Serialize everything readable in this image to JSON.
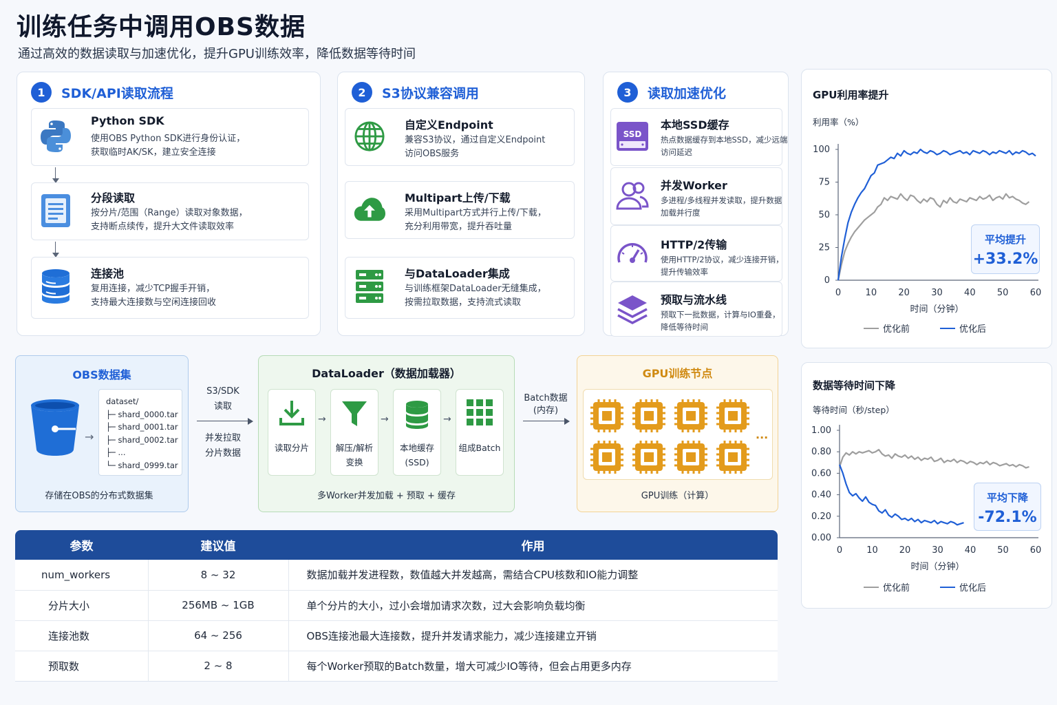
{
  "title": "训练任务中调用OBS数据",
  "subtitle": "通过高效的数据读取与加速优化，提升GPU训练效率，降低数据等待时间",
  "sections": [
    {
      "num": "1",
      "title": "SDK/API读取流程",
      "cards": [
        {
          "title": "Python SDK",
          "desc1": "使用OBS Python SDK进行身份认证，",
          "desc2": "获取临时AK/SK，建立安全连接",
          "icon": "python-icon"
        },
        {
          "title": "分段读取",
          "desc1": "按分片/范围（Range）读取对象数据，",
          "desc2": "支持断点续传，提升大文件读取效率",
          "icon": "document-icon"
        },
        {
          "title": "连接池",
          "desc1": "复用连接，减少TCP握手开销，",
          "desc2": "支持最大连接数与空闲连接回收",
          "icon": "database-icon"
        }
      ]
    },
    {
      "num": "2",
      "title": "S3协议兼容调用",
      "cards": [
        {
          "title": "自定义Endpoint",
          "desc1": "兼容S3协议，通过自定义Endpoint",
          "desc2": "访问OBS服务",
          "icon": "globe-icon"
        },
        {
          "title": "Multipart上传/下载",
          "desc1": "采用Multipart方式并行上传/下载，",
          "desc2": "充分利用带宽，提升吞吐量",
          "icon": "cloud-upload-icon"
        },
        {
          "title": "与DataLoader集成",
          "desc1": "与训练框架DataLoader无缝集成，",
          "desc2": "按需拉取数据，支持流式读取",
          "icon": "server-icon"
        }
      ]
    },
    {
      "num": "3",
      "title": "读取加速优化",
      "cards": [
        {
          "title": "本地SSD缓存",
          "desc1": "热点数据缓存到本地SSD，减少远端",
          "desc2": "访问延迟",
          "icon": "ssd-icon",
          "icon_text": "SSD"
        },
        {
          "title": "并发Worker",
          "desc1": "多进程/多线程并发读取，提升数据",
          "desc2": "加载并行度",
          "icon": "users-icon"
        },
        {
          "title": "HTTP/2传输",
          "desc1": "使用HTTP/2协议，减少连接开销，",
          "desc2": "提升传输效率",
          "icon": "gauge-icon"
        },
        {
          "title": "预取与流水线",
          "desc1": "预取下一批数据，计算与IO重叠，",
          "desc2": "降低等待时间",
          "icon": "layers-icon"
        }
      ]
    }
  ],
  "flow": {
    "obs": {
      "title": "OBS数据集",
      "caption": "存储在OBS的分布式数据集",
      "files": [
        "dataset/",
        "├─ shard_0000.tar",
        "├─ shard_0001.tar",
        "├─ shard_0002.tar",
        "├─ ...",
        "└─ shard_0999.tar"
      ]
    },
    "arrow1": {
      "line1": "S3/SDK",
      "line2": "读取",
      "line3": "并发拉取",
      "line4": "分片数据"
    },
    "dataloader": {
      "title": "DataLoader（数据加载器）",
      "caption": "多Worker并发加载 + 预取 + 缓存",
      "steps": [
        {
          "l1": "读取分片",
          "l2": "",
          "icon": "download-icon"
        },
        {
          "l1": "解压/解析",
          "l2": "变换",
          "icon": "filter-icon"
        },
        {
          "l1": "本地缓存",
          "l2": "(SSD)",
          "icon": "storage-icon"
        },
        {
          "l1": "组成Batch",
          "l2": "",
          "icon": "grid-icon"
        }
      ]
    },
    "arrow2": {
      "line1": "Batch数据",
      "line2": "(内存)"
    },
    "gpu": {
      "title": "GPU训练节点",
      "caption": "GPU训练（计算）",
      "more": "..."
    }
  },
  "table": {
    "headers": [
      "参数",
      "建议值",
      "作用"
    ],
    "rows": [
      [
        "num_workers",
        "8 ~ 32",
        "数据加载并发进程数，数值越大并发越高，需结合CPU核数和IO能力调整"
      ],
      [
        "分片大小",
        "256MB ~ 1GB",
        "单个分片的大小，过小会增加请求次数，过大会影响负载均衡"
      ],
      [
        "连接池数",
        "64 ~ 256",
        "OBS连接池最大连接数，提升并发请求能力，减少连接建立开销"
      ],
      [
        "预取数",
        "2 ~ 8",
        "每个Worker预取的Batch数量，增大可减少IO等待，但会占用更多内存"
      ]
    ]
  },
  "chart_data": [
    {
      "type": "line",
      "title": "GPU利用率提升",
      "ylabel": "利用率（%）",
      "xlabel": "时间（分钟）",
      "xlim": [
        0,
        60
      ],
      "ylim": [
        0,
        100
      ],
      "xticks": [
        "0",
        "10",
        "20",
        "30",
        "40",
        "50",
        "60"
      ],
      "yticks": [
        "0",
        "25",
        "50",
        "75",
        "100"
      ],
      "series": [
        {
          "name": "优化前",
          "color": "#9e9e9e",
          "x": [
            0,
            1,
            2,
            3,
            4,
            5,
            6,
            7,
            8,
            9,
            10,
            11,
            12,
            13,
            14,
            15,
            16,
            17,
            18,
            19,
            20,
            21,
            22,
            23,
            24,
            25,
            26,
            27,
            28,
            29,
            30,
            31,
            32,
            33,
            34,
            35,
            36,
            37,
            38,
            39,
            40,
            41,
            42,
            43,
            44,
            45,
            46,
            47,
            48,
            49,
            50,
            51,
            52,
            53,
            54,
            55,
            56,
            57,
            58
          ],
          "y": [
            0,
            12,
            22,
            28,
            33,
            37,
            40,
            43,
            46,
            48,
            50,
            52,
            56,
            58,
            63,
            61,
            64,
            63,
            62,
            66,
            63,
            61,
            65,
            64,
            61,
            59,
            62,
            60,
            63,
            62,
            58,
            56,
            61,
            59,
            63,
            60,
            59,
            62,
            61,
            60,
            63,
            62,
            61,
            64,
            62,
            63,
            65,
            61,
            63,
            64,
            62,
            66,
            63,
            64,
            62,
            61,
            59,
            58,
            60
          ]
        },
        {
          "name": "优化后",
          "color": "#1f5fd6",
          "x": [
            0,
            1,
            2,
            3,
            4,
            5,
            6,
            7,
            8,
            9,
            10,
            11,
            12,
            13,
            14,
            15,
            16,
            17,
            18,
            19,
            20,
            21,
            22,
            23,
            24,
            25,
            26,
            27,
            28,
            29,
            30,
            31,
            32,
            33,
            34,
            35,
            36,
            37,
            38,
            39,
            40,
            41,
            42,
            43,
            44,
            45,
            46,
            47,
            48,
            49,
            50,
            51,
            52,
            53,
            54,
            55,
            56,
            57,
            58,
            59,
            60
          ],
          "y": [
            0,
            18,
            32,
            44,
            52,
            58,
            63,
            67,
            70,
            75,
            80,
            82,
            88,
            89,
            90,
            92,
            94,
            93,
            97,
            95,
            99,
            97,
            96,
            98,
            97,
            100,
            98,
            97,
            99,
            98,
            96,
            97,
            99,
            98,
            96,
            97,
            98,
            99,
            97,
            98,
            96,
            99,
            98,
            97,
            99,
            98,
            96,
            98,
            97,
            99,
            98,
            97,
            99,
            96,
            98,
            97,
            99,
            98,
            96,
            97,
            95
          ]
        }
      ],
      "badge": {
        "label": "平均提升",
        "value": "+33.2%"
      },
      "legend": "bottom"
    },
    {
      "type": "line",
      "title": "数据等待时间下降",
      "ylabel": "等待时间（秒/step）",
      "xlabel": "时间（分钟）",
      "xlim": [
        0,
        60
      ],
      "ylim": [
        0,
        1.0
      ],
      "xticks": [
        "0",
        "10",
        "20",
        "30",
        "40",
        "50",
        "60"
      ],
      "yticks": [
        "0.00",
        "0.20",
        "0.40",
        "0.60",
        "0.80",
        "1.00"
      ],
      "series": [
        {
          "name": "优化前",
          "color": "#9e9e9e",
          "x": [
            0,
            1,
            2,
            3,
            4,
            5,
            6,
            7,
            8,
            9,
            10,
            11,
            12,
            13,
            14,
            15,
            16,
            17,
            18,
            19,
            20,
            21,
            22,
            23,
            24,
            25,
            26,
            27,
            28,
            29,
            30,
            31,
            32,
            33,
            34,
            35,
            36,
            37,
            38,
            39,
            40,
            41,
            42,
            43,
            44,
            45,
            46,
            47,
            48,
            49,
            50,
            51,
            52,
            53,
            54,
            55,
            56,
            57,
            58
          ],
          "y": [
            0.66,
            0.75,
            0.79,
            0.77,
            0.8,
            0.78,
            0.8,
            0.79,
            0.8,
            0.81,
            0.79,
            0.8,
            0.82,
            0.78,
            0.76,
            0.77,
            0.74,
            0.78,
            0.76,
            0.75,
            0.77,
            0.74,
            0.76,
            0.73,
            0.75,
            0.72,
            0.74,
            0.73,
            0.75,
            0.71,
            0.72,
            0.74,
            0.7,
            0.72,
            0.71,
            0.73,
            0.7,
            0.72,
            0.71,
            0.69,
            0.71,
            0.7,
            0.68,
            0.7,
            0.69,
            0.71,
            0.68,
            0.7,
            0.69,
            0.67,
            0.68,
            0.69,
            0.67,
            0.68,
            0.66,
            0.68,
            0.67,
            0.65,
            0.66
          ]
        },
        {
          "name": "优化后",
          "color": "#1f5fd6",
          "x": [
            0,
            1,
            2,
            3,
            4,
            5,
            6,
            7,
            8,
            9,
            10,
            11,
            12,
            13,
            14,
            15,
            16,
            17,
            18,
            19,
            20,
            21,
            22,
            23,
            24,
            25,
            26,
            27,
            28,
            29,
            30,
            31,
            32,
            33,
            34,
            35,
            36,
            37,
            38
          ],
          "y": [
            0.68,
            0.6,
            0.5,
            0.42,
            0.39,
            0.41,
            0.37,
            0.34,
            0.38,
            0.33,
            0.31,
            0.3,
            0.25,
            0.23,
            0.26,
            0.21,
            0.19,
            0.22,
            0.2,
            0.17,
            0.18,
            0.16,
            0.18,
            0.15,
            0.17,
            0.14,
            0.16,
            0.15,
            0.14,
            0.16,
            0.13,
            0.15,
            0.14,
            0.13,
            0.15,
            0.14,
            0.12,
            0.13,
            0.14
          ]
        }
      ],
      "badge": {
        "label": "平均下降",
        "value": "-72.1%"
      },
      "legend": "bottom"
    }
  ]
}
